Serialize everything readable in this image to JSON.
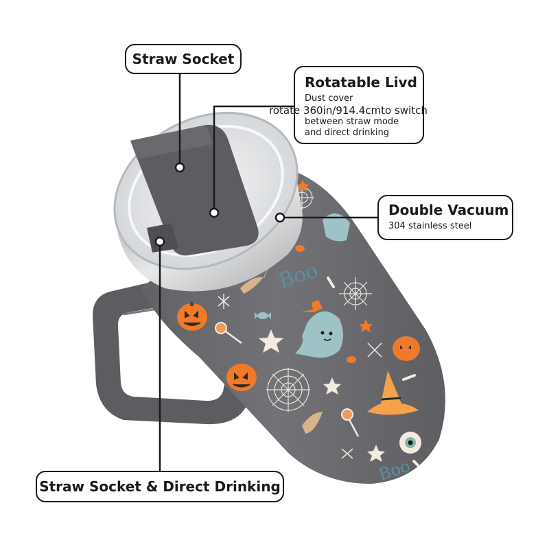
{
  "callouts": {
    "straw_socket": {
      "title": "Straw Socket"
    },
    "rotatable_lid": {
      "title": "Rotatable Livd",
      "lines": [
        "Dust cover",
        "rotate 360in/914.4cmto switch",
        "between straw mode",
        "and direct drinking"
      ]
    },
    "double_vacuum": {
      "title": "Double Vacuum",
      "subtitle": "304 stainless steel"
    },
    "direct_drinking": {
      "title": "Straw Socket & Direct Drinking"
    }
  },
  "pattern": {
    "boo_text": "Boo",
    "boo_text_bottom": "Boo"
  },
  "colors": {
    "body": "#6e6e72",
    "handle": "#5d5d61",
    "lid_clear": "#e4e6e8",
    "rim_steel": "#cfd1d3",
    "orange": "#ef7a2a",
    "ghost": "#9ec3c6",
    "accent_tan": "#d8b48a",
    "outline": "#1a1a1a"
  },
  "icons": [
    "pumpkin-icon",
    "ghost-icon",
    "bat-icon",
    "witch-hat-icon",
    "spiderweb-icon",
    "star-icon",
    "candy-icon",
    "lollipop-icon",
    "bone-icon",
    "eyeball-icon"
  ]
}
